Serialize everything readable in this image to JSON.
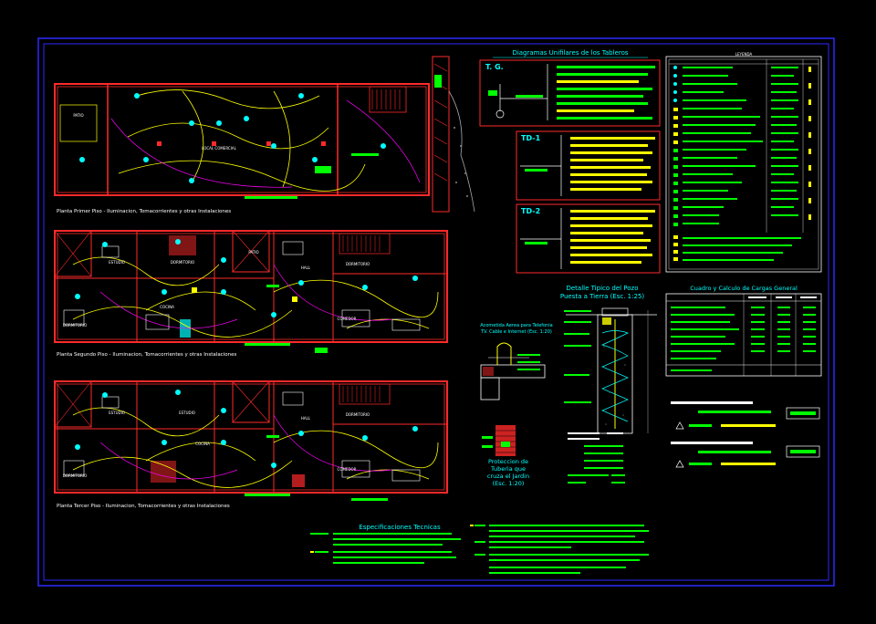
{
  "colors": {
    "background": "#000000",
    "frame": "#2a2aff",
    "wall": "#ff2a2a",
    "wire": "#ffff00",
    "fixture": "#00ffff",
    "circuit": "#00ff00",
    "text": "#ffffff",
    "accent": "#ff00ff"
  },
  "plans": {
    "first_floor": {
      "caption": "Planta Primer Piso - Iluminacion, Tomacorrientes y otras Instalaciones",
      "rooms": [
        "PATIO",
        "LOCAL COMERCIAL"
      ]
    },
    "second_floor": {
      "caption": "Planta Segundo Piso - Iluminacion, Tomacorrientes y otras Instalaciones",
      "rooms": [
        "ESTUDIO",
        "DORMITORIO",
        "PATIO",
        "HALL",
        "DORMITORIO",
        "COMEDOR",
        "COCINA",
        "DORMITORIO"
      ]
    },
    "third_floor": {
      "caption": "Planta Tercer Piso - Iluminacion, Tomacorrientes y otras Instalaciones",
      "rooms": [
        "ESTUDIO",
        "ESTUDIO",
        "HALL",
        "COCINA",
        "DORMITORIO",
        "DORMITORIO",
        "COMEDOR"
      ]
    }
  },
  "diagrams": {
    "title": "Diagramas Unifilares de los Tableros",
    "boards": [
      "T. G.",
      "TD-1",
      "TD-2"
    ]
  },
  "legend": {
    "title": "LEYENDA"
  },
  "load_table": {
    "title": "Cuadro y Calculo de Cargas General"
  },
  "grounding": {
    "title_line1": "Detalle Tipico del Pozo",
    "title_line2": "Puesta a Tierra (Esc. 1:25)"
  },
  "phone": {
    "title_line1": "Acometida Aerea para Telefonia",
    "title_line2": "TV. Cable e Internet (Esc. 1:20)"
  },
  "pipe": {
    "title_line1": "Proteccion de",
    "title_line2": "Tuberia que",
    "title_line3": "cruza el Jardin",
    "title_line4": "(Esc. 1:20)"
  },
  "specs": {
    "title": "Especificaciones Tecnicas"
  }
}
